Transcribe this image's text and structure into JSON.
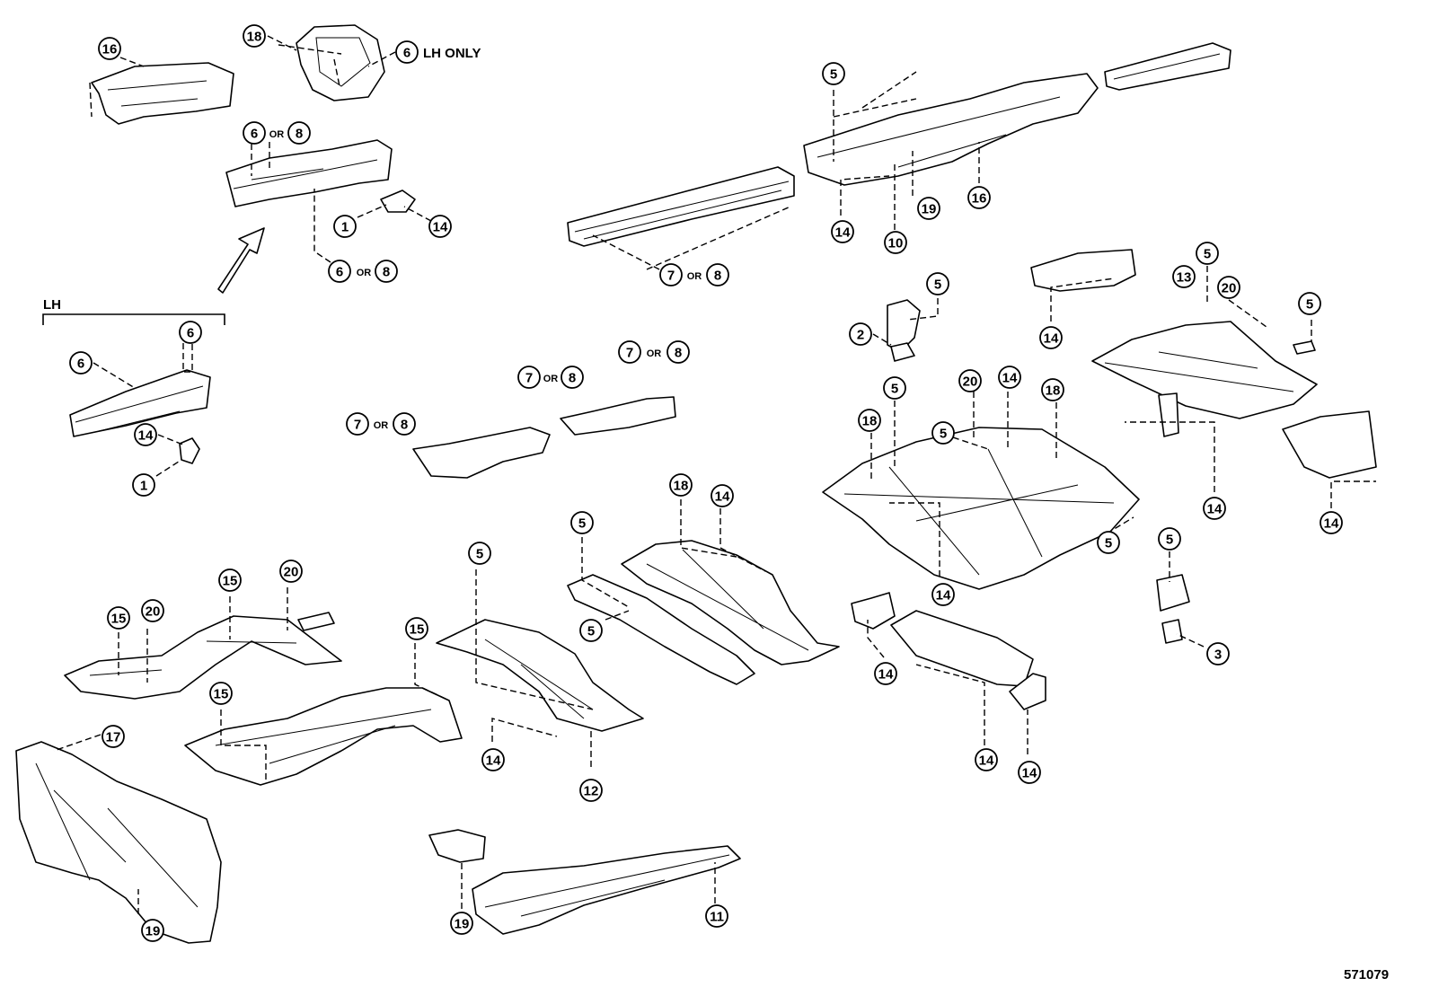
{
  "labels": {
    "lh_only": "LH ONLY",
    "lh": "LH",
    "or": "OR",
    "figure_number": "571079"
  },
  "callouts": [
    {
      "num": "16"
    },
    {
      "num": "18"
    },
    {
      "num": "6"
    },
    {
      "num": "6"
    },
    {
      "num": "8"
    },
    {
      "num": "1"
    },
    {
      "num": "14"
    },
    {
      "num": "6"
    },
    {
      "num": "8"
    },
    {
      "num": "6"
    },
    {
      "num": "6"
    },
    {
      "num": "14"
    },
    {
      "num": "1"
    },
    {
      "num": "5"
    },
    {
      "num": "14"
    },
    {
      "num": "10"
    },
    {
      "num": "19"
    },
    {
      "num": "16"
    },
    {
      "num": "7"
    },
    {
      "num": "8"
    },
    {
      "num": "7"
    },
    {
      "num": "8"
    },
    {
      "num": "7"
    },
    {
      "num": "8"
    },
    {
      "num": "7"
    },
    {
      "num": "8"
    },
    {
      "num": "5"
    },
    {
      "num": "2"
    },
    {
      "num": "14"
    },
    {
      "num": "5"
    },
    {
      "num": "13"
    },
    {
      "num": "20"
    },
    {
      "num": "5"
    },
    {
      "num": "20"
    },
    {
      "num": "14"
    },
    {
      "num": "18"
    },
    {
      "num": "18"
    },
    {
      "num": "5"
    },
    {
      "num": "5"
    },
    {
      "num": "14"
    },
    {
      "num": "14"
    },
    {
      "num": "5"
    },
    {
      "num": "14"
    },
    {
      "num": "15"
    },
    {
      "num": "20"
    },
    {
      "num": "15"
    },
    {
      "num": "20"
    },
    {
      "num": "15"
    },
    {
      "num": "15"
    },
    {
      "num": "5"
    },
    {
      "num": "14"
    },
    {
      "num": "12"
    },
    {
      "num": "5"
    },
    {
      "num": "5"
    },
    {
      "num": "18"
    },
    {
      "num": "14"
    },
    {
      "num": "14"
    },
    {
      "num": "14"
    },
    {
      "num": "14"
    },
    {
      "num": "5"
    },
    {
      "num": "3"
    },
    {
      "num": "17"
    },
    {
      "num": "19"
    },
    {
      "num": "19"
    },
    {
      "num": "11"
    }
  ]
}
